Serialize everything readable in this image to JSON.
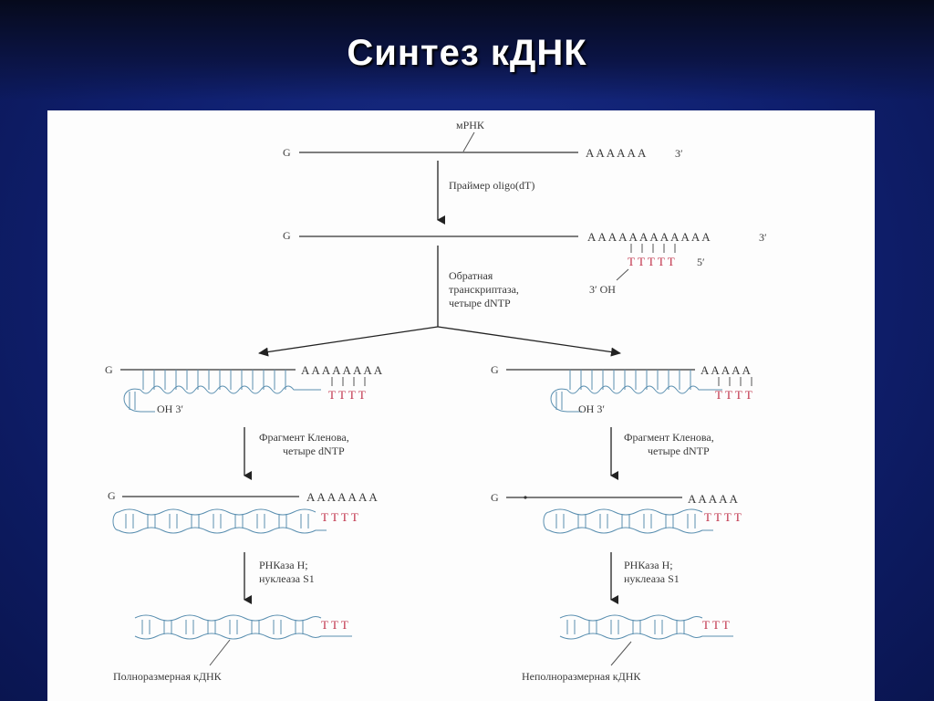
{
  "slide": {
    "title": "Синтез кДНК"
  },
  "diagram": {
    "mrna_label": "мРНК",
    "cap_g": "G",
    "poly_a_short": "AAAAAA",
    "three_prime": "3′",
    "step1": "Праймер oligo(dT)",
    "poly_a_long": "AAAAAAAAAAAA",
    "oligo_dt": "TTTTT",
    "five_prime": "5′",
    "oh_3": "3′ OH",
    "step2": [
      "Обратная",
      "транскриптаза,",
      "четыре dNTP"
    ],
    "left_poly_a": "AAAAAAAA",
    "right_poly_a": "AAAAA",
    "hairpin_oh": "OH 3′",
    "tttt": "TTTT",
    "klenow": [
      "Фрагмент Кленова,",
      "четыре dNTP"
    ],
    "left_poly_a_2": "AAAAAAA",
    "rnase": [
      "РНКаза H;",
      "нуклеаза S1"
    ],
    "ttt": "TTT",
    "full_length": "Полноразмерная кДНК",
    "partial_length": "Неполноразмерная кДНК"
  }
}
